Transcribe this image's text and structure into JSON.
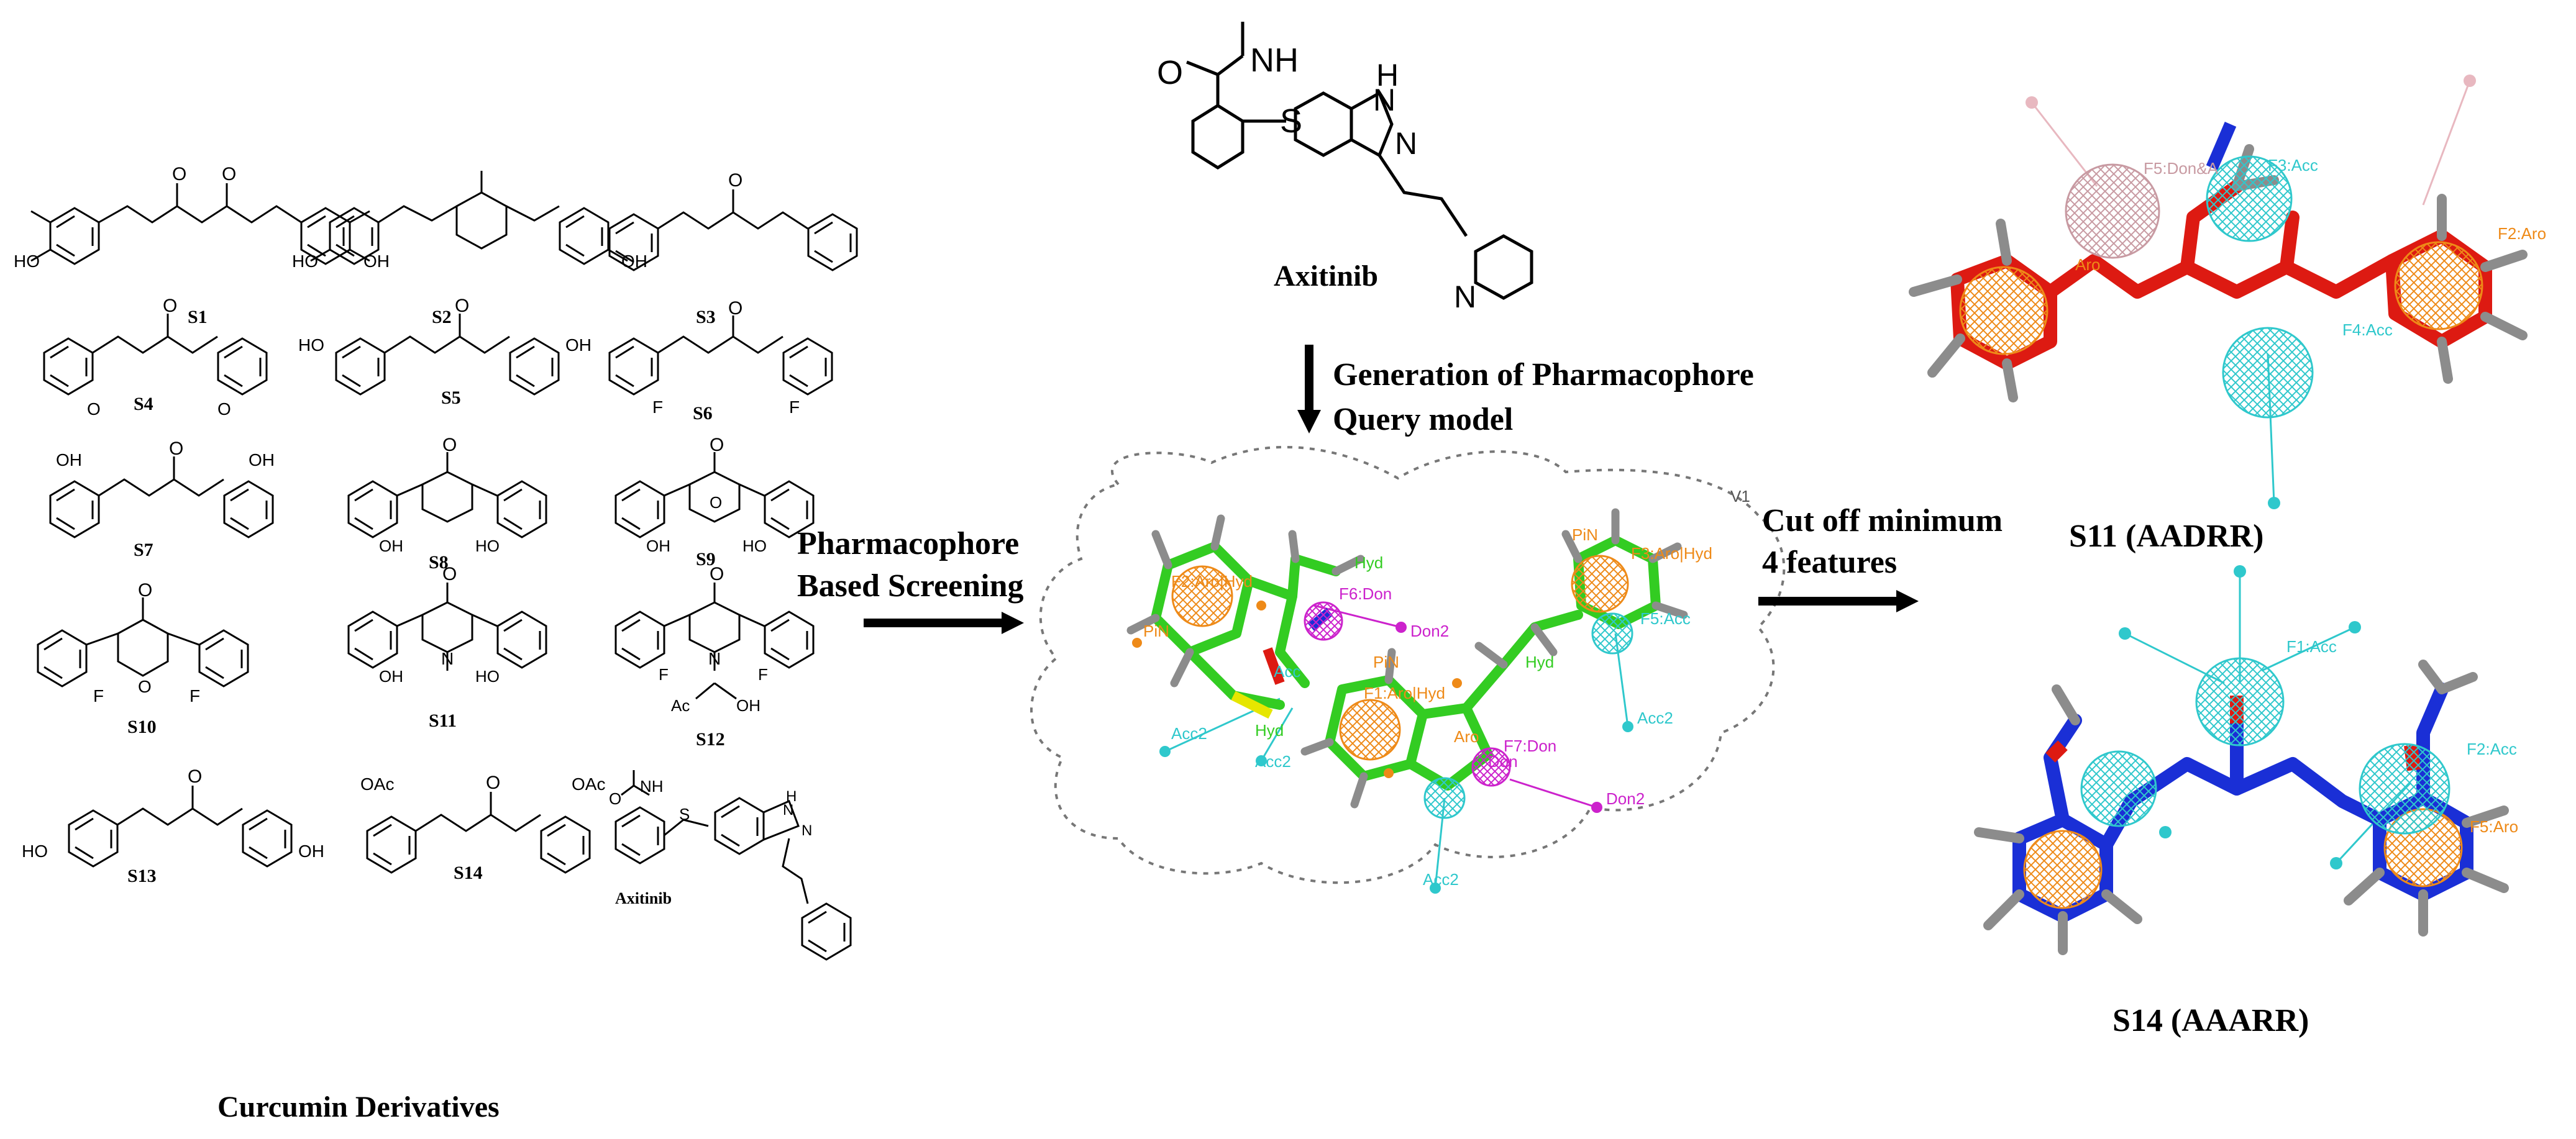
{
  "curcumin_panel": {
    "title": "Curcumin Derivatives",
    "compounds": [
      "S1",
      "S2",
      "S3",
      "S4",
      "S5",
      "S6",
      "S7",
      "S8",
      "S9",
      "S10",
      "S11",
      "S12",
      "S13",
      "S14",
      "Axitinib"
    ]
  },
  "atom_labels": {
    "oh": "OH",
    "ho": "HO",
    "o": "O",
    "f": "F",
    "n": "N",
    "s": "S",
    "nh": "NH",
    "hn": "N",
    "h": "H",
    "oac": "OAc",
    "ac": "Ac"
  },
  "axitinib_structure": {
    "name": "Axitinib",
    "atoms": {
      "o": "O",
      "nh": "NH",
      "s": "S",
      "h": "H",
      "n": "N"
    }
  },
  "steps": {
    "generation": [
      "Generation of Pharmacophore",
      "Query model"
    ],
    "screening": [
      "Pharmacophore",
      "Based Screening"
    ],
    "cutoff": [
      "Cut off minimum",
      "4 features"
    ]
  },
  "query_model": {
    "version_tag": "V1",
    "features": [
      "F2:Aro|Hyd",
      "PiN",
      "F6:Don",
      "Hyd",
      "Don2",
      "F3:Aro|Hyd",
      "PiN",
      "F5:Acc",
      "Acc",
      "F1:Aro|Hyd",
      "PiN",
      "Hyd",
      "Acc2",
      "Acc2",
      "Hyd",
      "F7:Don",
      "Don",
      "Aro",
      "Don2",
      "Acc2",
      "Acc2"
    ]
  },
  "hits": [
    {
      "label": "S11 (AADRR)",
      "features": [
        "F5:Don&A",
        "F3:Acc",
        "F2:Aro",
        "F4:Acc",
        "Aro"
      ]
    },
    {
      "label": "S14 (AAARR)",
      "features": [
        "F1:Acc",
        "F2:Acc",
        "F5:Aro"
      ]
    }
  ],
  "colors": {
    "carbon_green": "#33cc22",
    "carbon_red": "#dd1a12",
    "carbon_blue": "#1a2fd6",
    "aromatic_orange": "#ee8a18",
    "acceptor_cyan": "#2fc8cc",
    "donor_magenta": "#cc22cc",
    "hydrogen_grey": "#8c8c8c",
    "sulfur_yellow": "#e6e600",
    "donacc_pink": "#e8b8c0"
  }
}
